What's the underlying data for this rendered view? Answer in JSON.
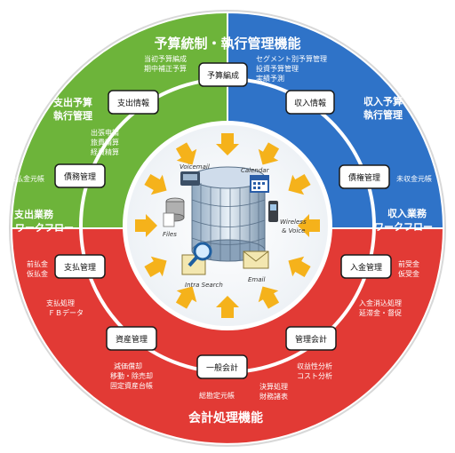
{
  "colors": {
    "green": "#6db43a",
    "blue": "#2f73c8",
    "red": "#e23a35",
    "ring": "#ffffff",
    "hub_arrow": "#f5b21b",
    "box_border": "#1a1a1a"
  },
  "sections": {
    "top_title": "予算統制・執行管理機能",
    "income_title": [
      "収入予算",
      "執行管理"
    ],
    "expense_title": [
      "支出予算",
      "執行管理"
    ],
    "income_workflow": [
      "収入業務",
      "ワークフロー"
    ],
    "expense_workflow": [
      "支出業務",
      "ワークフロー"
    ],
    "bottom_title": "会計処理機能"
  },
  "modules": {
    "budget": "予算編成",
    "income_info": "収入情報",
    "receivable": "債権管理",
    "receipt": "入金管理",
    "mgmt_accounting": "管理会計",
    "general_accounting": "一般会計",
    "asset": "資産管理",
    "payment": "支払管理",
    "debt": "債務管理",
    "expense_info": "支出情報"
  },
  "notes": {
    "budget": [
      "当初予算編成",
      "期中補正予算"
    ],
    "income_info": [
      "セグメント別予算管理",
      "投資予算管理",
      "実績予測"
    ],
    "expense_info": [
      "出張申請",
      "旅費精算",
      "経費精算"
    ],
    "debt": [
      "未払金元帳"
    ],
    "receivable": [
      "未収金元帳"
    ],
    "payment_left": [
      "前払金",
      "仮払金"
    ],
    "receipt_right": [
      "前受金",
      "仮受金"
    ],
    "payment_below": [
      "支払処理",
      "ＦＢデータ"
    ],
    "receipt_below": [
      "入金消込処理",
      "延滞金・督促"
    ],
    "asset": [
      "減価償却",
      "移動・除売却",
      "固定資産台帳"
    ],
    "mgmt_accounting": [
      "収益性分析",
      "コスト分析"
    ],
    "general_accounting": [
      "総勘定元帳"
    ],
    "closing": [
      "決算処理",
      "財務諸表"
    ]
  },
  "hub": {
    "voicemail": "Voicemail",
    "calendar": "Calendar",
    "files": "Files",
    "wireless": "Wireless",
    "voice": "& Voice",
    "email": "Email",
    "search": "Intra Search"
  }
}
